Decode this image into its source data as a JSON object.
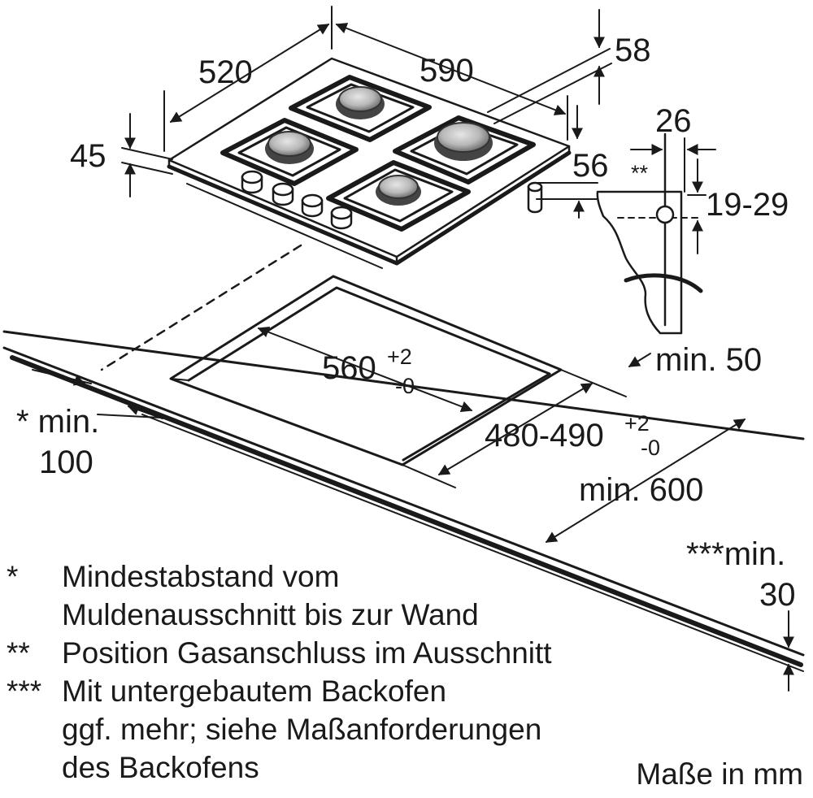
{
  "dimensions": {
    "hob_depth": "520",
    "hob_width": "590",
    "top_height": "58",
    "glass_thickness": "45",
    "side_height": "56",
    "gas_offset": "26",
    "gas_marker": "**",
    "gas_height": "19-29",
    "wall_clearance_back": "min. 50",
    "cutout_width": "560",
    "cutout_width_tol_plus": "+2",
    "cutout_width_tol_minus": "-0",
    "cutout_depth": "480-490",
    "cutout_depth_tol_plus": "+2",
    "cutout_depth_tol_minus": "-0",
    "worktop_depth": "min. 600",
    "side_clearance_line1": "* min.",
    "side_clearance_line2": "100",
    "oven_clearance_line1": "***min.",
    "oven_clearance_line2": "30"
  },
  "legend": [
    {
      "mark": "*",
      "lines": [
        "Mindestabstand vom",
        "Muldenausschnitt bis zur Wand"
      ]
    },
    {
      "mark": "**",
      "lines": [
        "Position Gasanschluss im Ausschnitt"
      ]
    },
    {
      "mark": "***",
      "lines": [
        "Mit untergebautem Backofen",
        "ggf. mehr; siehe Maßanforderungen",
        "des Backofens"
      ]
    }
  ],
  "units_note": "Maße in mm"
}
